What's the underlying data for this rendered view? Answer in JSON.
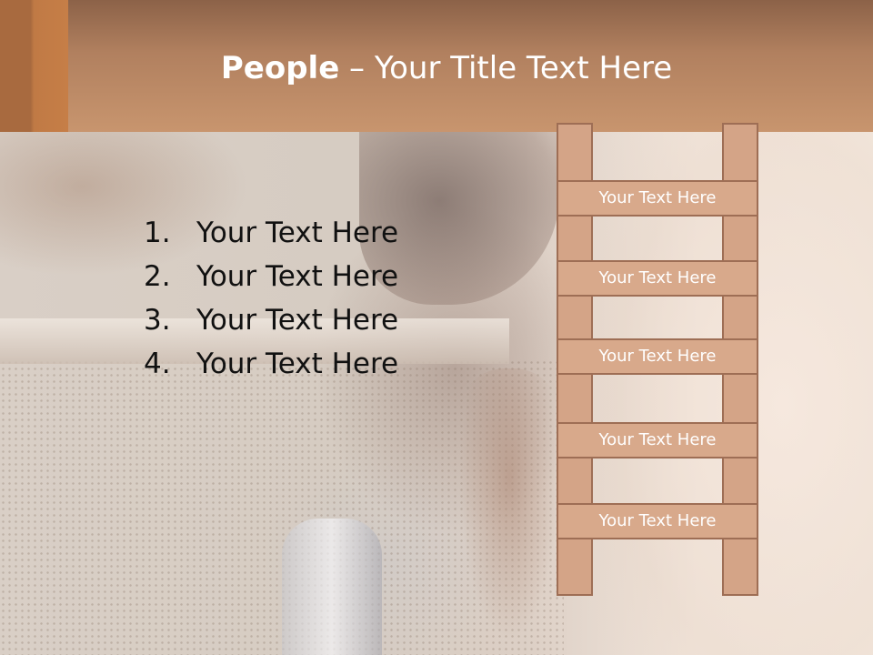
{
  "slide": {
    "title_bold": "People",
    "title_rest": " – Your Title Text Here",
    "list": [
      {
        "num": "1.",
        "text": "Your Text Here"
      },
      {
        "num": "2.",
        "text": "Your Text Here"
      },
      {
        "num": "3.",
        "text": "Your Text Here"
      },
      {
        "num": "4.",
        "text": "Your Text Here"
      }
    ],
    "ladder_rungs": [
      "Your Text Here",
      "Your Text Here",
      "Your Text Here",
      "Your Text Here",
      "Your Text Here"
    ]
  },
  "colors": {
    "header": "#c8956e",
    "header_strip": "#a86a3f",
    "ladder_fill": "#d8a98b",
    "ladder_border": "#9e6e55",
    "title_text": "#ffffff"
  }
}
